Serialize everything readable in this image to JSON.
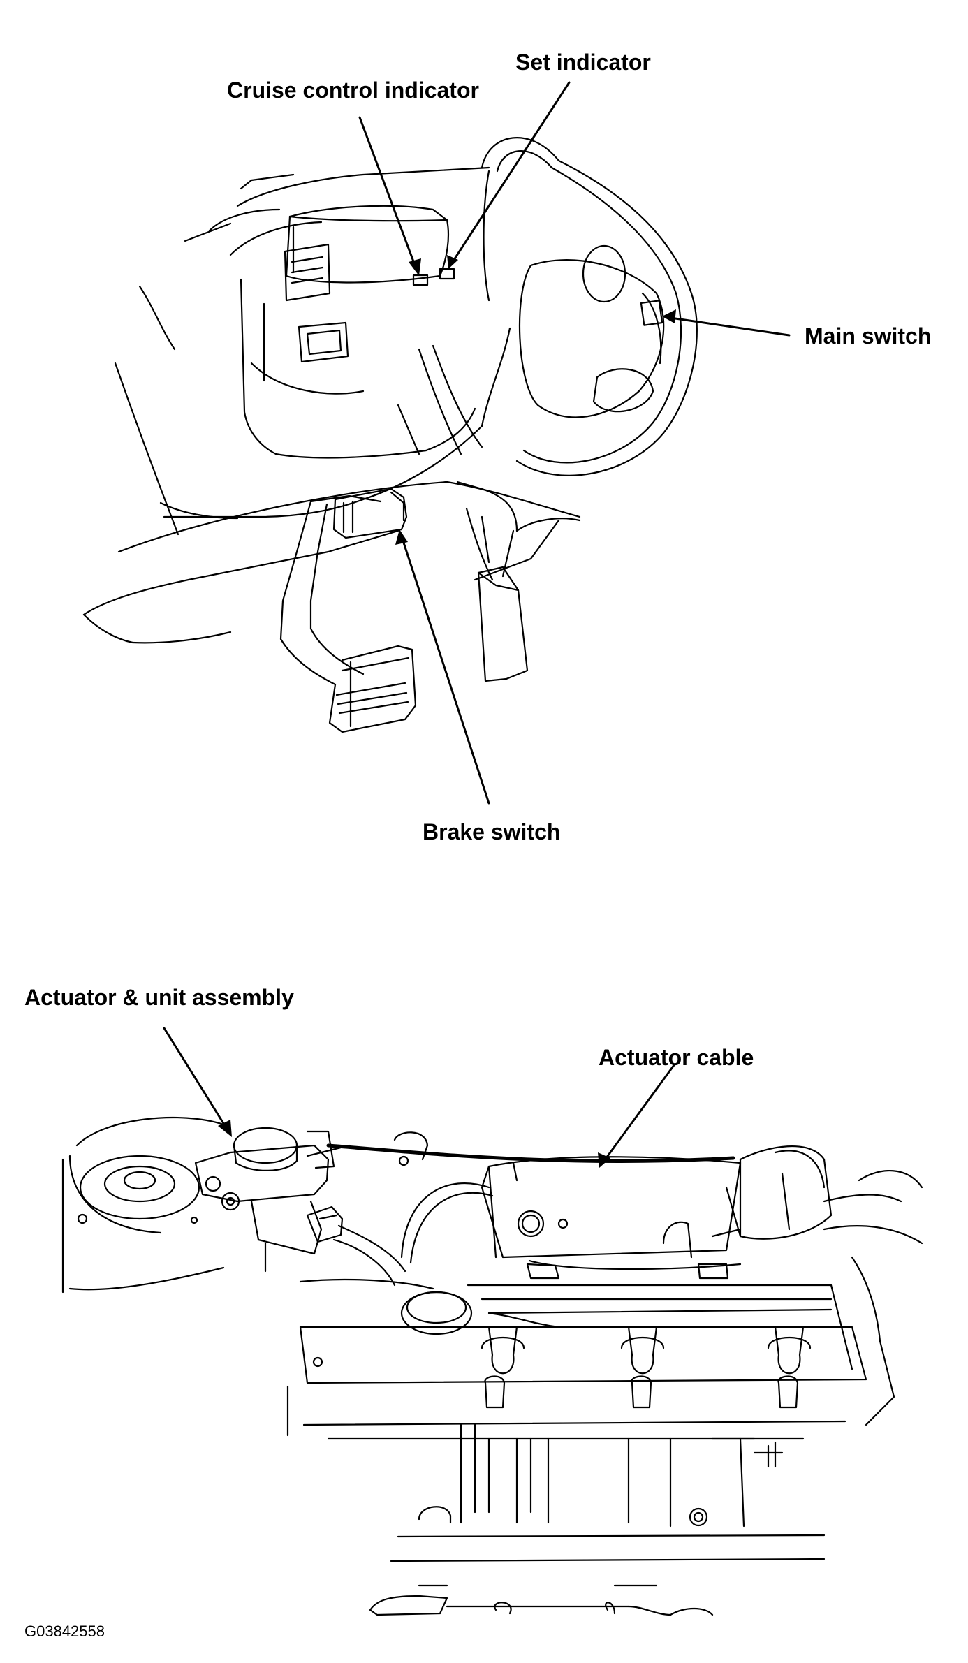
{
  "labels": {
    "cruise_control_indicator": "Cruise control indicator",
    "set_indicator": "Set indicator",
    "main_switch": "Main switch",
    "brake_switch": "Brake switch",
    "actuator_unit_assembly": "Actuator & unit assembly",
    "actuator_cable": "Actuator cable"
  },
  "figure_code": "G03842558"
}
